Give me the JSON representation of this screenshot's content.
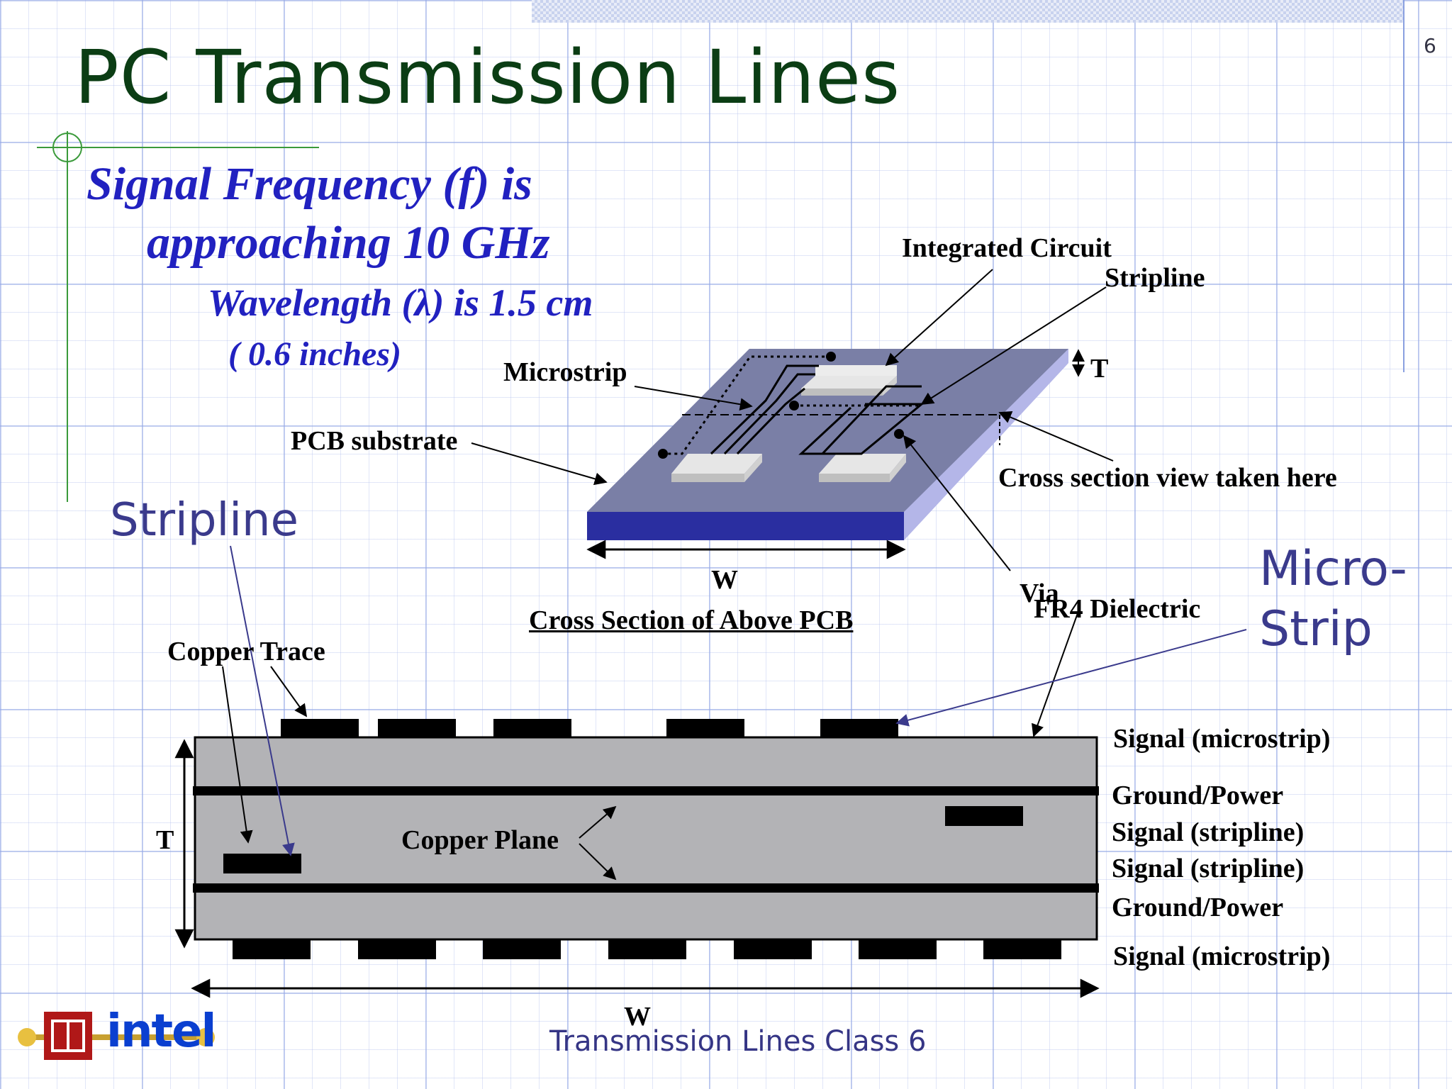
{
  "slide": {
    "title": "PC Transmission Lines",
    "page_number": "6",
    "bullet": {
      "line1": "Signal Frequency (f) is",
      "line2": "approaching 10 GHz",
      "sub1": "Wavelength (λ) is 1.5 cm",
      "sub2": "( 0.6 inches)"
    },
    "footer": "Transmission Lines  Class  6",
    "logo_text": "intel"
  },
  "pcb3d": {
    "integrated_circuit": "Integrated Circuit",
    "stripline": "Stripline",
    "microstrip": "Microstrip",
    "pcb_substrate": "PCB substrate",
    "t_label": "T",
    "cross_section_view": "Cross section view taken here",
    "w_label": "W",
    "via": "Via",
    "caption": "Cross Section of Above PCB"
  },
  "cross_section": {
    "stripline_big": "Stripline",
    "micro_strip_line1": "Micro-",
    "micro_strip_line2": "Strip",
    "copper_trace": "Copper Trace",
    "copper_plane": "Copper Plane",
    "fr4": "FR4 Dielectric",
    "t_label": "T",
    "w_label": "W",
    "layers": [
      "Signal (microstrip)",
      "Ground/Power",
      "Signal (stripline)",
      "Signal (stripline)",
      "Ground/Power",
      "Signal (microstrip)"
    ]
  },
  "colors": {
    "title": "#0b3d14",
    "bullet": "#2121c0",
    "accent_blue": "#3a3a8c",
    "board_top": "#7a7fa6",
    "board_front": "#2a2ea0",
    "board_side": "#b4b6e8",
    "dielectric": "#b3b3b6",
    "copper": "#000000"
  }
}
